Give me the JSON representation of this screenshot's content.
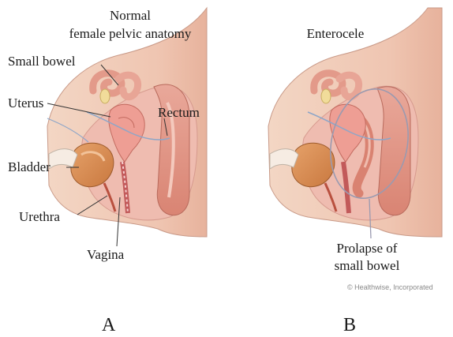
{
  "panel_a": {
    "title_line1": "Normal",
    "title_line2": "female pelvic anatomy",
    "labels": {
      "small_bowel": "Small bowel",
      "uterus": "Uterus",
      "rectum": "Rectum",
      "bladder": "Bladder",
      "urethra": "Urethra",
      "vagina": "Vagina"
    },
    "letter": "A"
  },
  "panel_b": {
    "title": "Enterocele",
    "callout_line1": "Prolapse of",
    "callout_line2": "small bowel",
    "letter": "B"
  },
  "credit": "© Healthwise, Incorporated"
}
